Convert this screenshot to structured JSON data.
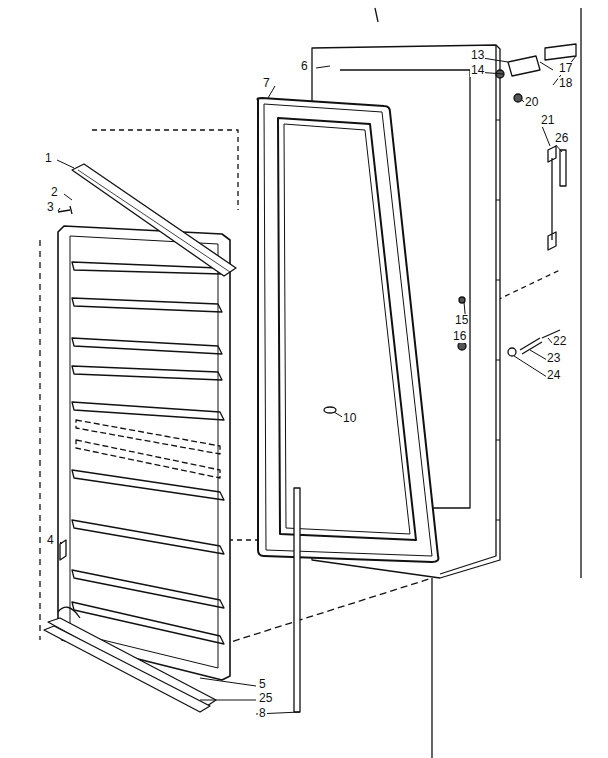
{
  "diagram": {
    "labels": [
      "13",
      "14",
      "6",
      "17",
      "7",
      "18",
      "20",
      "21",
      "26",
      "1",
      "2",
      "3",
      "15",
      "16",
      "22",
      "23",
      "24",
      "10",
      "4",
      "5",
      "25",
      "8"
    ]
  }
}
